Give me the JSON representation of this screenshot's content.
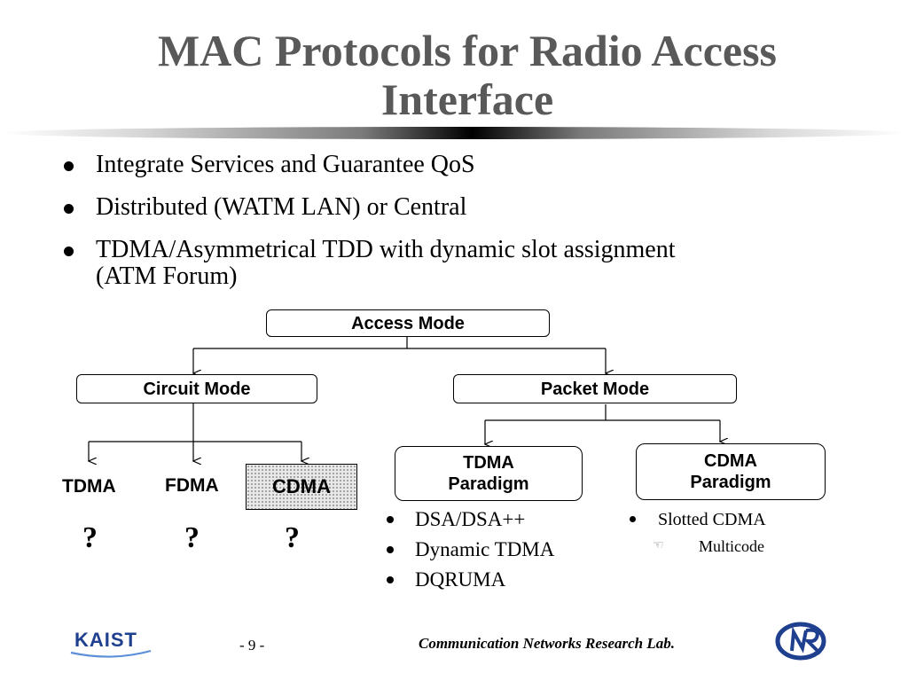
{
  "title": {
    "line1": "MAC Protocols for Radio Access",
    "line2": "Interface"
  },
  "bullets": [
    "Integrate Services and Guarantee QoS",
    "Distributed (WATM LAN) or Central",
    "TDMA/Asymmetrical TDD with dynamic slot assignment",
    "(ATM Forum)"
  ],
  "diagram": {
    "access_mode": "Access Mode",
    "circuit_mode": "Circuit Mode",
    "packet_mode": "Packet Mode",
    "circuit_children": [
      "TDMA",
      "FDMA",
      "CDMA"
    ],
    "question_marks": [
      "?",
      "?",
      "?"
    ],
    "tdma_paradigm": [
      "TDMA",
      "Paradigm"
    ],
    "cdma_paradigm": [
      "CDMA",
      "Paradigm"
    ],
    "tdma_list": [
      "DSA/DSA++",
      "Dynamic TDMA",
      "DQRUMA"
    ],
    "cdma_list_item": "Slotted CDMA",
    "cdma_sub_item": "Multicode"
  },
  "footer": {
    "page": "- 9 -",
    "lab": "Communication Networks Research Lab.",
    "kaist_logo_text": "KAIST",
    "colors": {
      "kaist_blue": "#1f3f8f",
      "cnr_blue": "#1f3f8f",
      "title_gray": "#595959"
    }
  }
}
